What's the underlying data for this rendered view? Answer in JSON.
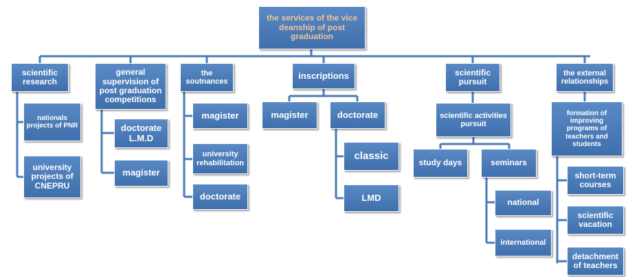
{
  "diagram": {
    "colors": {
      "box_fill": "#4a7bb7",
      "connector": "#4a7bb7",
      "root_text": "#f4c29e",
      "text": "#ffffff"
    },
    "root": "the services of the vice deanship of post graduation",
    "branches": [
      {
        "label": "scientific research",
        "children": [
          "nationals projects of PNR",
          "university projects of CNEPRU"
        ]
      },
      {
        "label": "general supervision of post graduation competitions",
        "children": [
          "doctorate L.M.D",
          "magister"
        ]
      },
      {
        "label": "the soutnances",
        "children": [
          "magister",
          "university rehabilitation",
          "doctorate"
        ]
      },
      {
        "label": "inscriptions",
        "children": [
          {
            "label": "magister"
          },
          {
            "label": "doctorate",
            "children": [
              "classic",
              "LMD"
            ]
          }
        ]
      },
      {
        "label": "scientific pursuit",
        "child": {
          "label": "scientific activities pursuit",
          "children": [
            {
              "label": "study days"
            },
            {
              "label": "seminars",
              "children": [
                "national",
                "international"
              ]
            }
          ]
        }
      },
      {
        "label": "the external relationships",
        "child": {
          "label": "formation of improving programs of teachers and students",
          "children": [
            "short-term courses",
            "scientific vacation",
            "detachment of teachers"
          ]
        }
      }
    ]
  }
}
